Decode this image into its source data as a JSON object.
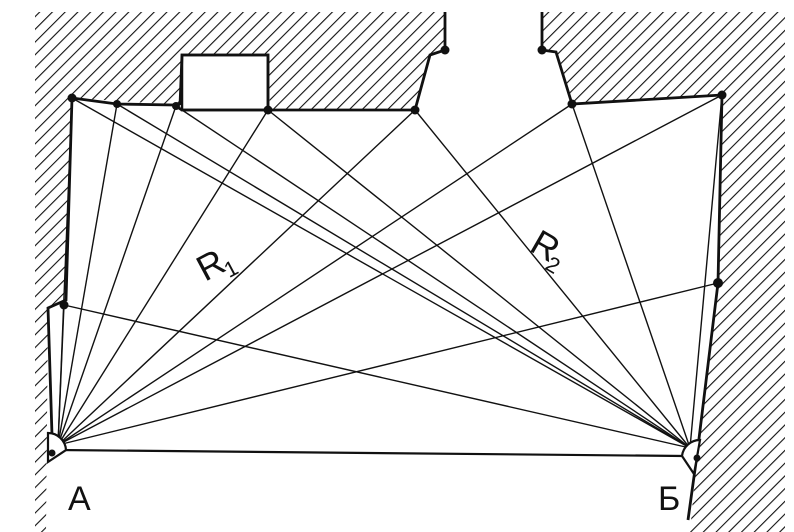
{
  "labels": {
    "station_a": "А",
    "station_b": "Б",
    "ray_a": "R",
    "ray_a_sub": "1",
    "ray_b": "R",
    "ray_b_sub": "2"
  },
  "colors": {
    "ink": "#111111",
    "background": "#ffffff"
  }
}
